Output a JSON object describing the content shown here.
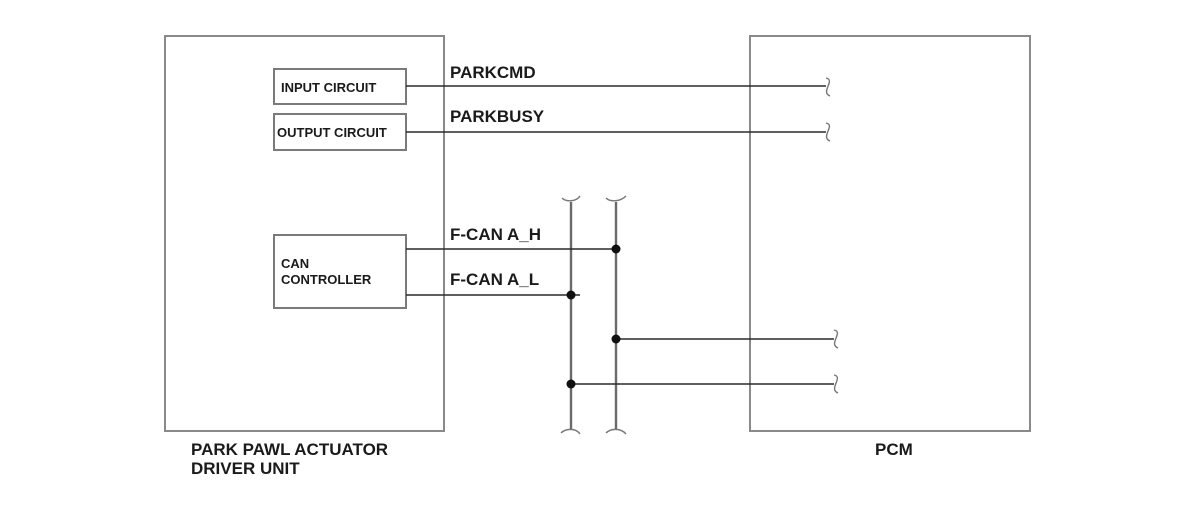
{
  "units": {
    "left": {
      "name_line1": "PARK PAWL ACTUATOR",
      "name_line2": "DRIVER UNIT"
    },
    "right": {
      "name": "PCM"
    }
  },
  "circuits": {
    "input": "INPUT CIRCUIT",
    "output": "OUTPUT CIRCUIT",
    "can_line1": "CAN",
    "can_line2": "CONTROLLER"
  },
  "signals": {
    "parkcmd": "PARKCMD",
    "parkbusy": "PARKBUSY",
    "fcan_h": "F-CAN A_H",
    "fcan_l": "F-CAN A_L"
  },
  "colors": {
    "line": "#2a2a2a",
    "box": "#8a8a8a",
    "dot": "#111111"
  }
}
